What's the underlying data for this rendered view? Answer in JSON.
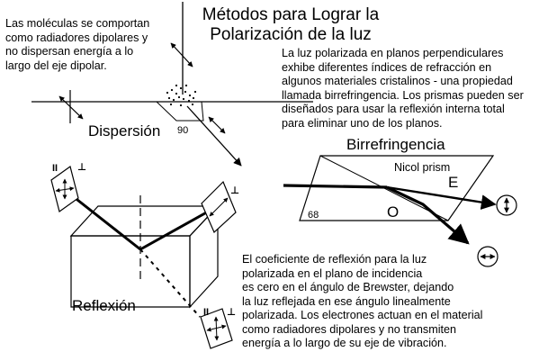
{
  "title": "Métodos para Lograr la\nPolarización de la luz",
  "scattering": {
    "note": "Las moléculas se comportan\ncomo radiadores dipolares y\nno dispersan energía a lo\nlargo del eje dipolar.",
    "label": "Dispersión",
    "angle": "90"
  },
  "birefringence": {
    "note": "La luz polarizada en planos perpendiculares\nexhibe diferentes índices de refracción en\nalgunos materiales cristalinos - una propiedad\nllamada birrefringencia. Los prismas pueden ser\ndiseñados para usar la reflexión interna total\npara eliminar uno de los planos.",
    "label": "Birrefringencia",
    "prism_label": "Nicol prism",
    "ray_e": "E",
    "ray_o": "O",
    "angle": "68"
  },
  "reflection": {
    "note": "El coeficiente de reflexión para la luz\npolarizada en el plano de incidencia\nes cero en el ángulo de Brewster, dejando\nla luz reflejada en ese ángulo linealmente\npolarizada. Los electrones actuan en el material\ncomo radiadores dipolares y no transmiten\nenergía a lo largo de su eje de vibración.",
    "label": "Reflexión",
    "par_symbol": "II",
    "perp_symbol": "⊥"
  }
}
